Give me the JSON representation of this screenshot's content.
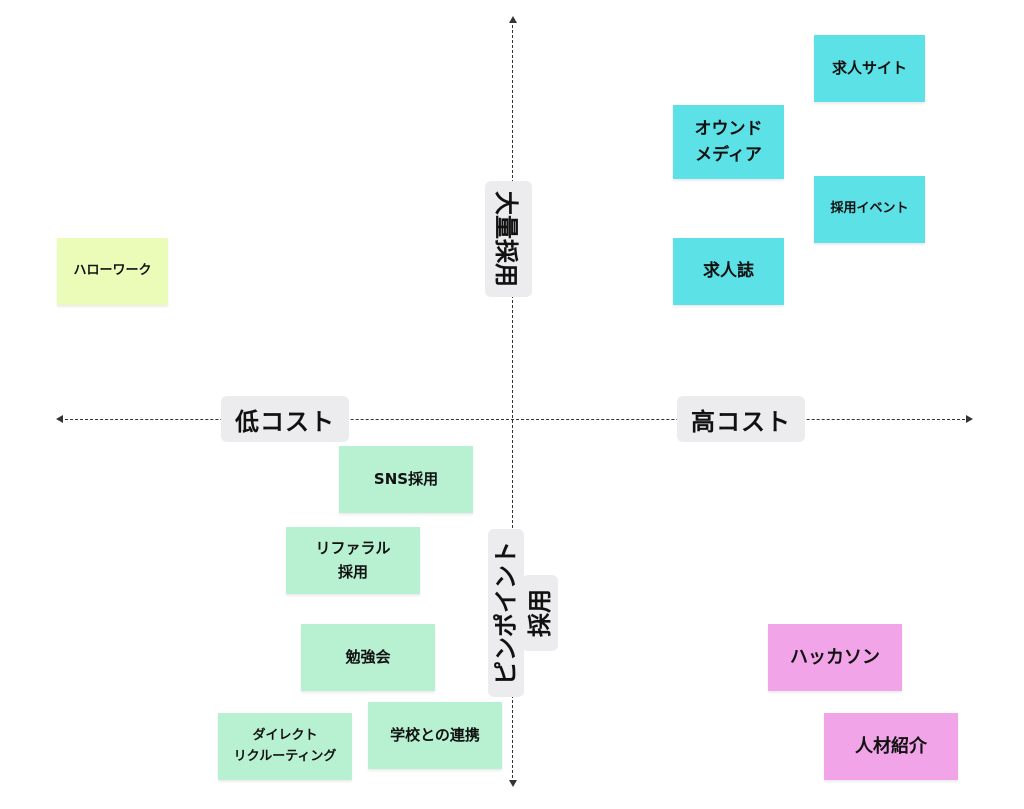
{
  "axes": {
    "left": "低コスト",
    "right": "高コスト",
    "top": "大量採用",
    "bottom_line1": "ピンポイント",
    "bottom_line2": "採用"
  },
  "notes": [
    {
      "text": "求人サイト",
      "color": "#5ce1e6"
    },
    {
      "text": "オウンド\nメディア",
      "color": "#5ce1e6"
    },
    {
      "text": "採用イベント",
      "color": "#5ce1e6"
    },
    {
      "text": "求人誌",
      "color": "#5ce1e6"
    },
    {
      "text": "ハローワーク",
      "color": "#ebfcb8"
    },
    {
      "text": "SNS採用",
      "color": "#b8f0d2"
    },
    {
      "text": "リファラル\n採用",
      "color": "#b8f0d2"
    },
    {
      "text": "勉強会",
      "color": "#b8f0d2"
    },
    {
      "text": "ダイレクト\nリクルーティング",
      "color": "#b8f0d2"
    },
    {
      "text": "学校との連携",
      "color": "#b8f0d2"
    },
    {
      "text": "ハッカソン",
      "color": "#f1a5e8"
    },
    {
      "text": "人材紹介",
      "color": "#f1a5e8"
    }
  ]
}
